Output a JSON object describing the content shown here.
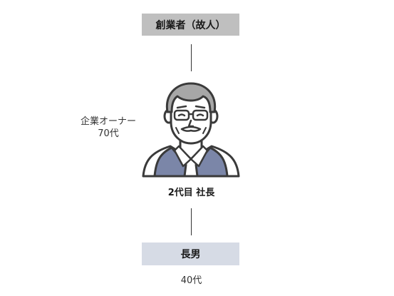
{
  "founder": {
    "label": "創業者（故人）"
  },
  "owner": {
    "role": "企業オーナー",
    "age": "70代"
  },
  "president": {
    "label": "2代目 社長"
  },
  "son": {
    "label": "長男",
    "age": "40代"
  },
  "colors": {
    "founder_box": "#bfbfbf",
    "son_box": "#d6dbe5",
    "vest": "#7b86a8",
    "hair": "#a7a7a7",
    "skin": "#ffffff",
    "outline": "#3a3a3a"
  },
  "icons": {
    "person": "elderly-man-icon"
  }
}
